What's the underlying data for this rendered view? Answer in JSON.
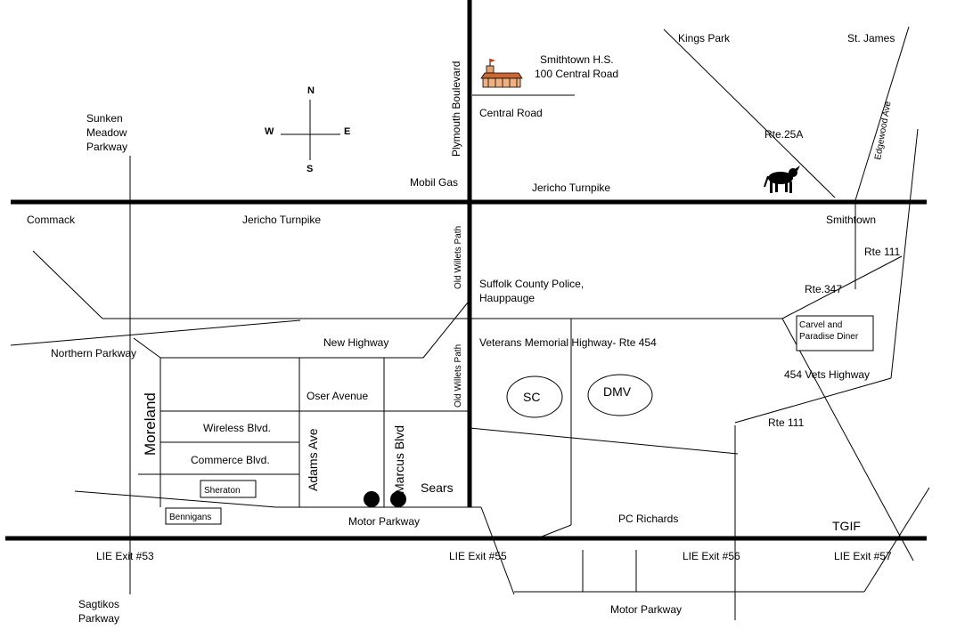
{
  "compass": {
    "n": "N",
    "s": "S",
    "e": "E",
    "w": "W"
  },
  "places": {
    "kings_park": "Kings Park",
    "st_james": "St. James",
    "school_name": "Smithtown H.S.",
    "school_address": "100 Central Road",
    "commack": "Commack",
    "smithtown": "Smithtown",
    "mobil_gas": "Mobil Gas",
    "police": "Suffolk County Police,",
    "police_2": "Hauppauge",
    "sc": "SC",
    "dmv": "DMV",
    "carvel_1": "Carvel and",
    "carvel_2": "Paradise Diner",
    "sheraton": "Sheraton",
    "bennigans": "Bennigans",
    "sears": "Sears",
    "pc_richards": "PC Richards",
    "tgif": "TGIF"
  },
  "roads": {
    "sunken_1": "Sunken",
    "sunken_2": "Meadow",
    "sunken_3": "Parkway",
    "plymouth": "Plymouth Boulevard",
    "central_road": "Central Road",
    "rte25a": "Rte.25A",
    "edgewood": "Edgewood Ave",
    "jericho_east": "Jericho Turnpike",
    "jericho_west": "Jericho Turnpike",
    "old_willets_1": "Old Willets Path",
    "old_willets_2": "Old Willets Path",
    "rte111_top": "Rte 111",
    "rte347": "Rte.347",
    "northern": "Northern Parkway",
    "new_highway": "New Highway",
    "vets_hwy": "Veterans Memorial Highway- Rte 454",
    "vets_454": "454 Vets Highway",
    "moreland": "Moreland",
    "oser": "Oser Avenue",
    "wireless": "Wireless Blvd.",
    "commerce": "Commerce Blvd.",
    "adams": "Adams Ave",
    "marcus": "Marcus Blvd",
    "rte111_low": "Rte 111",
    "motor_pkwy_1": "Motor Parkway",
    "motor_pkwy_2": "Motor Parkway",
    "lie53": "LIE Exit #53",
    "lie55": "LIE Exit #55",
    "lie56": "LIE Exit #56",
    "lie57": "LIE Exit #57",
    "sagtikos_1": "Sagtikos",
    "sagtikos_2": "Parkway"
  }
}
